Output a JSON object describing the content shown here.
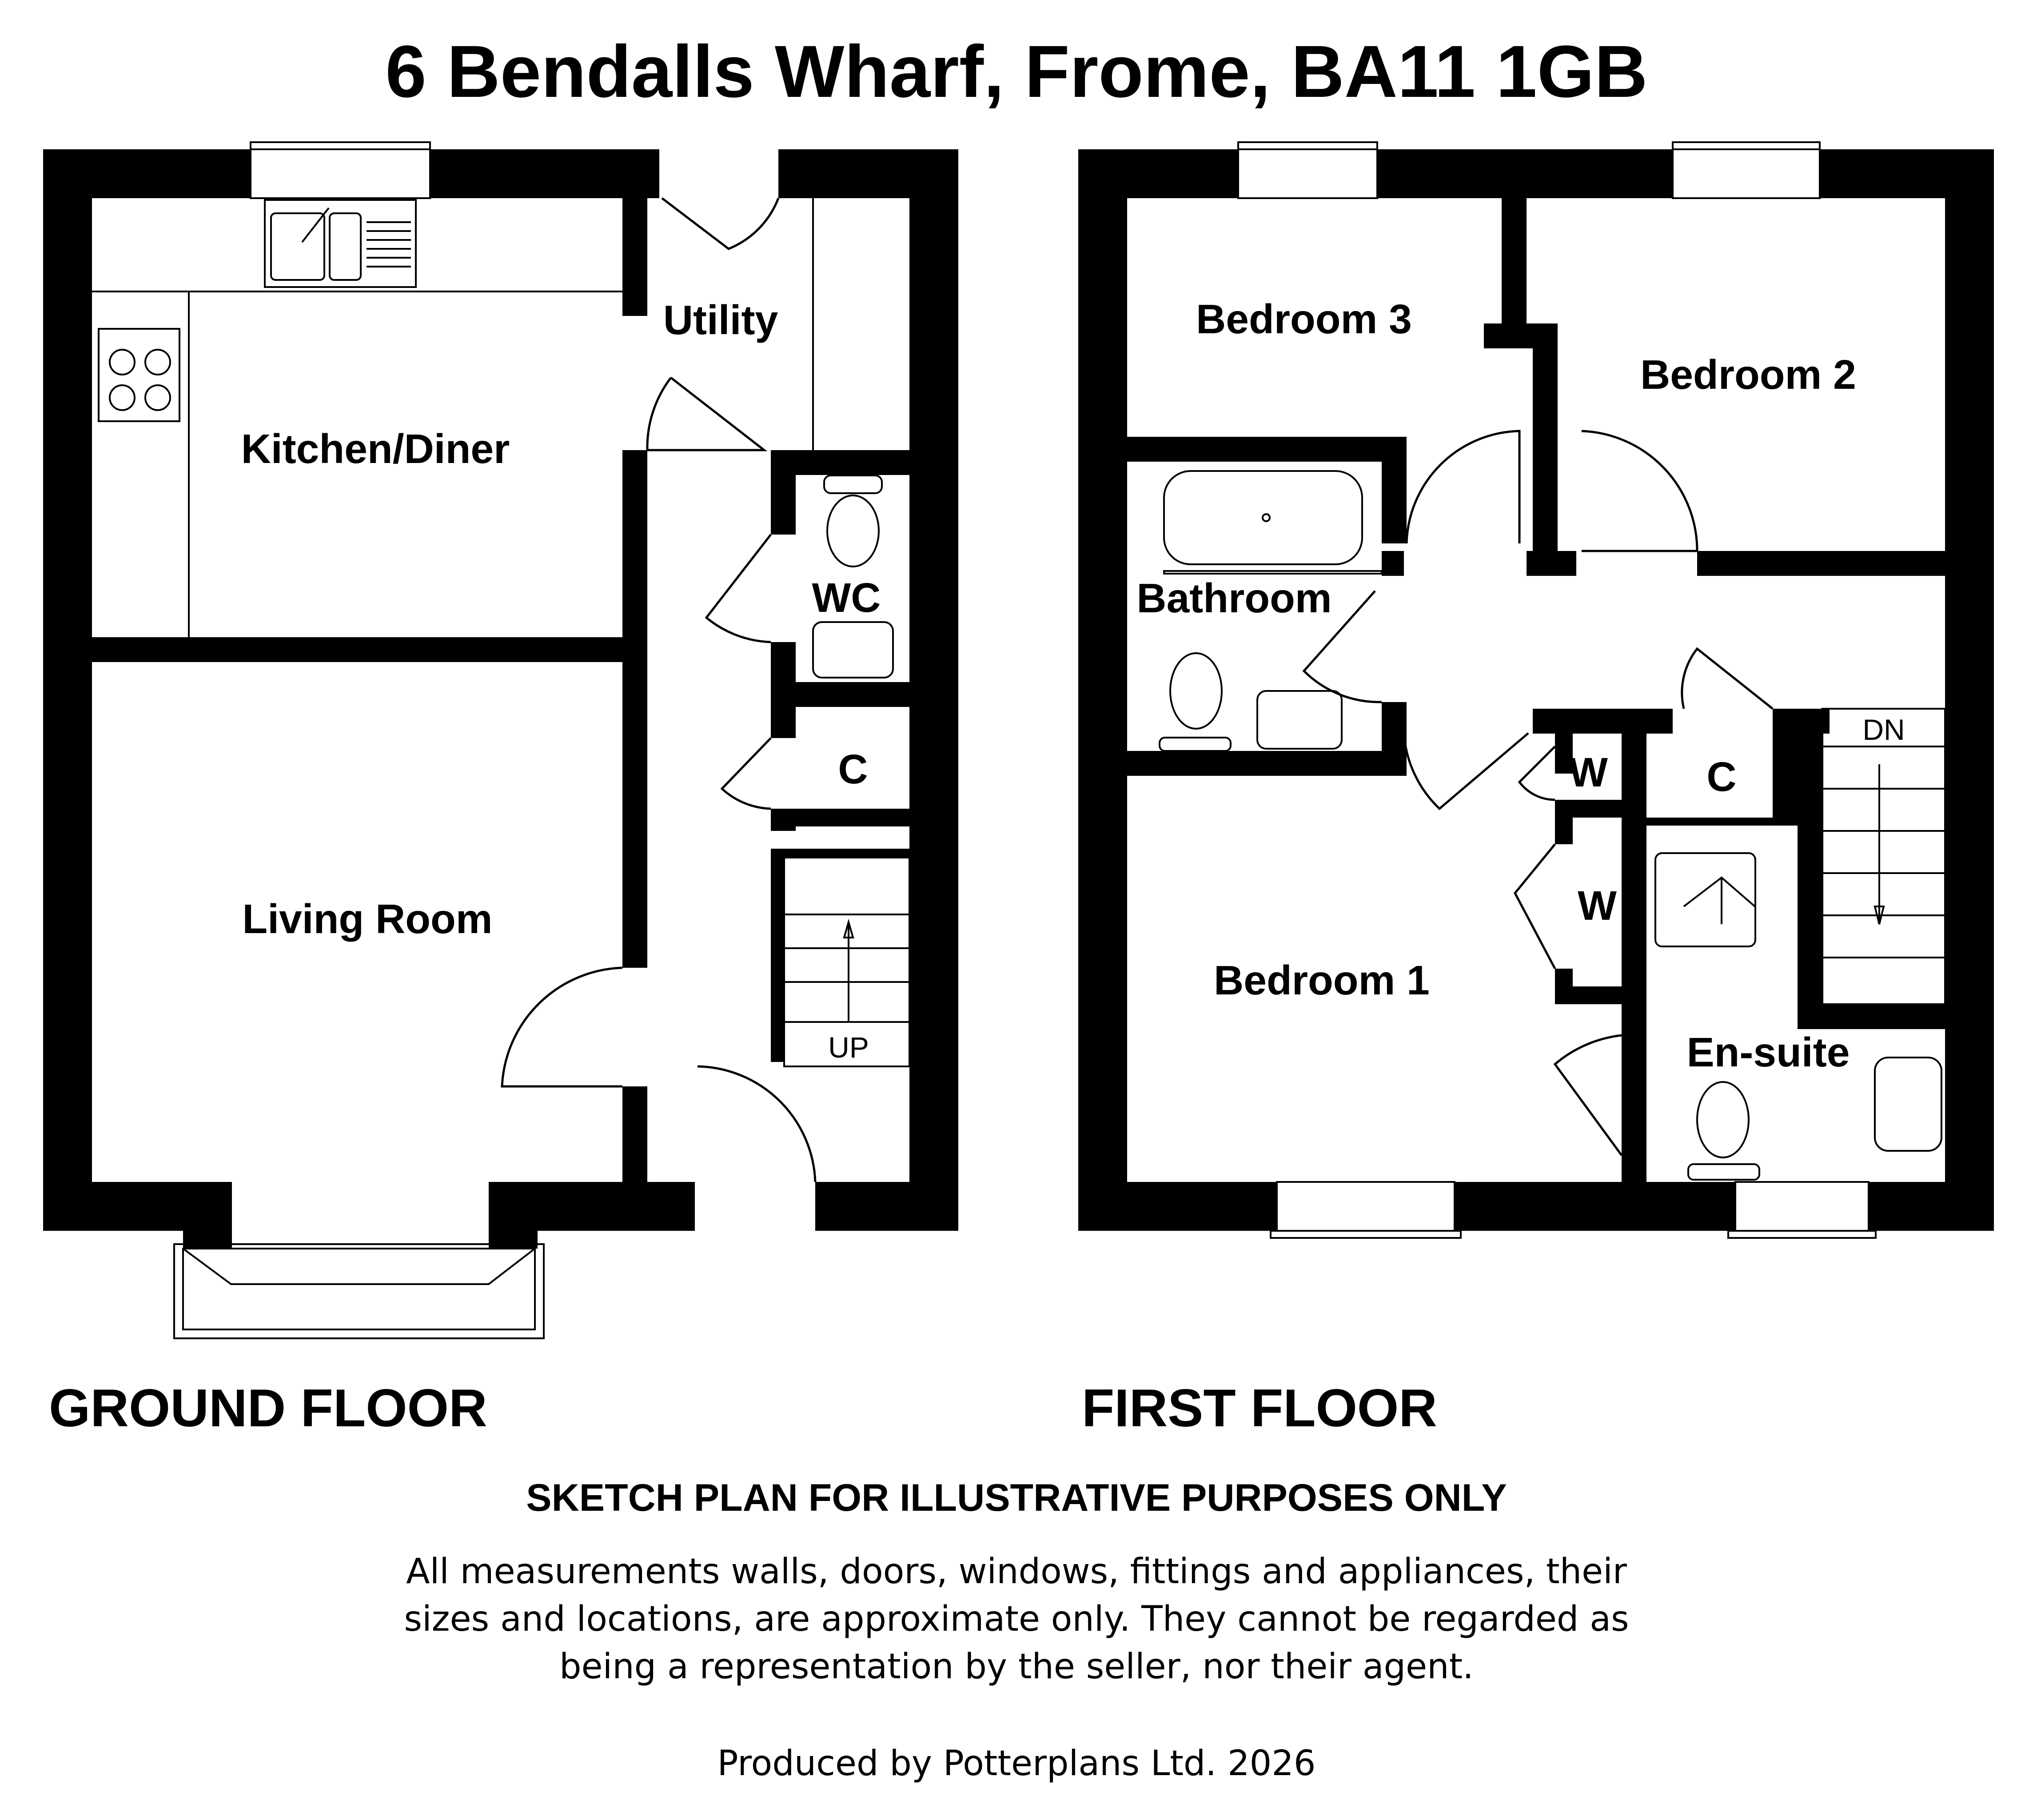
{
  "title": "6 Bendalls Wharf, Frome, BA11 1GB",
  "ground_floor": {
    "heading": "GROUND FLOOR",
    "rooms": {
      "kitchen_diner": "Kitchen/Diner",
      "utility": "Utility",
      "wc": "WC",
      "cupboard": "C",
      "living_room": "Living Room"
    },
    "stairs_label": "UP"
  },
  "first_floor": {
    "heading": "FIRST FLOOR",
    "rooms": {
      "bedroom_3": "Bedroom 3",
      "bedroom_2": "Bedroom 2",
      "bathroom": "Bathroom",
      "bedroom_1": "Bedroom 1",
      "wardrobe_upper": "W",
      "wardrobe_lower": "W",
      "cupboard": "C",
      "en_suite": "En-suite"
    },
    "stairs_label": "DN"
  },
  "notice": "SKETCH PLAN FOR ILLUSTRATIVE PURPOSES ONLY",
  "disclaimer": [
    "All measurements walls, doors, windows, fittings and appliances, their",
    "sizes and locations, are approximate only. They cannot be regarded as",
    "being a representation by the seller, nor their agent."
  ],
  "producer": "Produced by Potterplans Ltd. 2026"
}
